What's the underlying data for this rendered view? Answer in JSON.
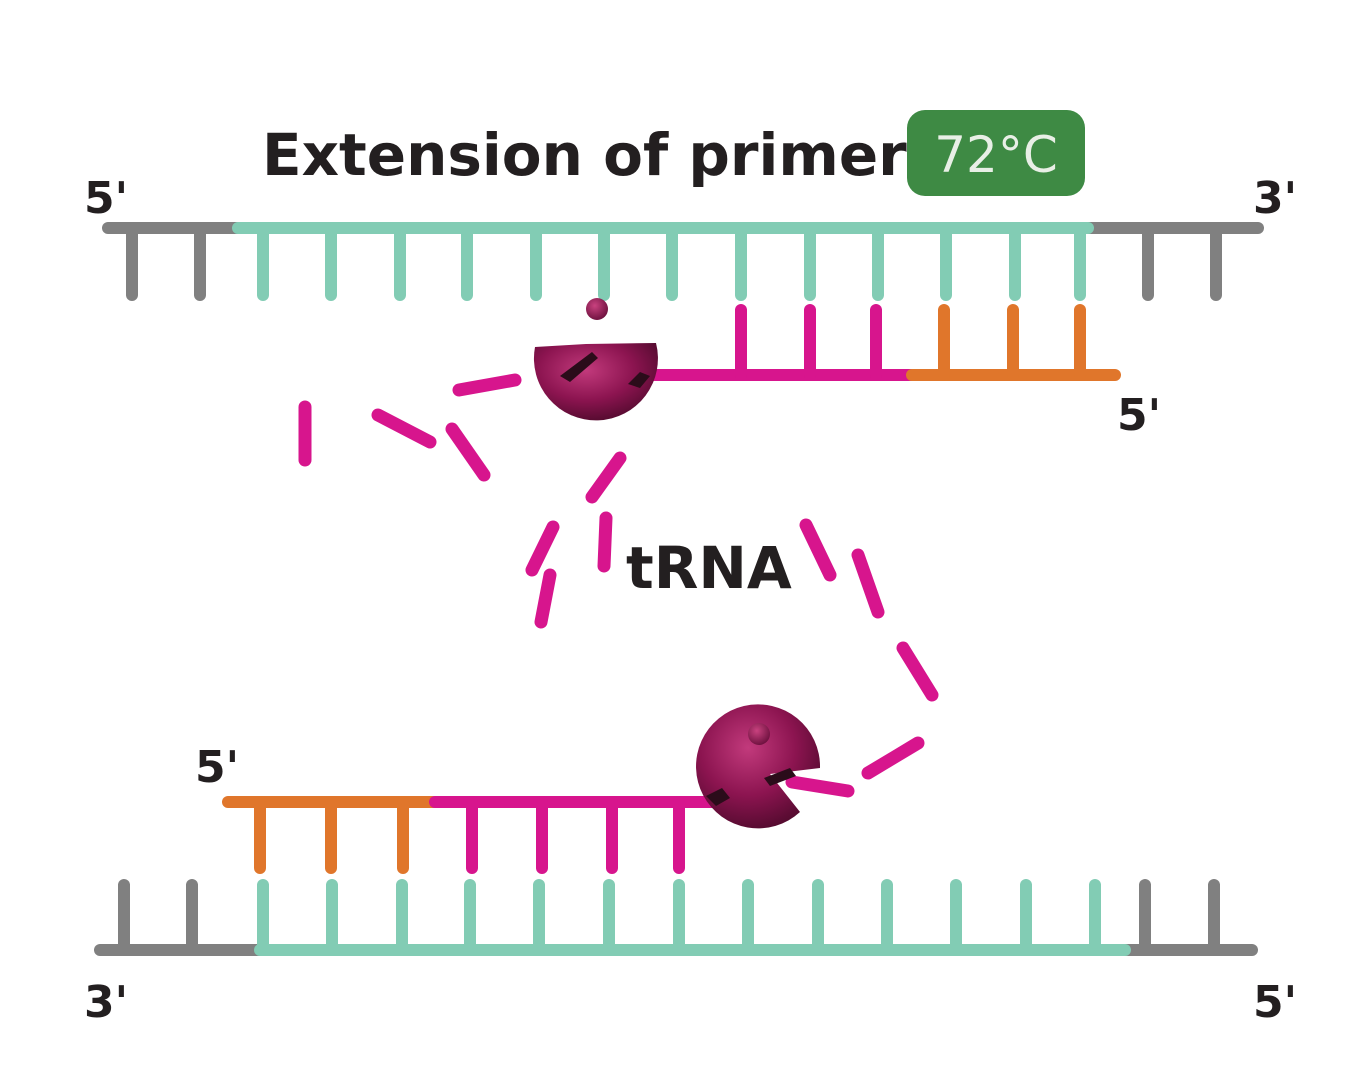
{
  "title": "Extension of primers",
  "temperature": "72°C",
  "trna_label": "tRNA",
  "strand_ends": {
    "top_left": "5'",
    "top_right": "3'",
    "upper_primer_end": "5'",
    "lower_primer_end": "5'",
    "bottom_left": "3'",
    "bottom_right": "5'"
  },
  "colors": {
    "template_gray": "#808080",
    "template_teal": "#82ccb4",
    "new_strand_magenta": "#d7158d",
    "primer_orange": "#e0762b",
    "polymerase": "#8c1450",
    "badge_green": "#3e8a44",
    "text": "#231f20"
  }
}
